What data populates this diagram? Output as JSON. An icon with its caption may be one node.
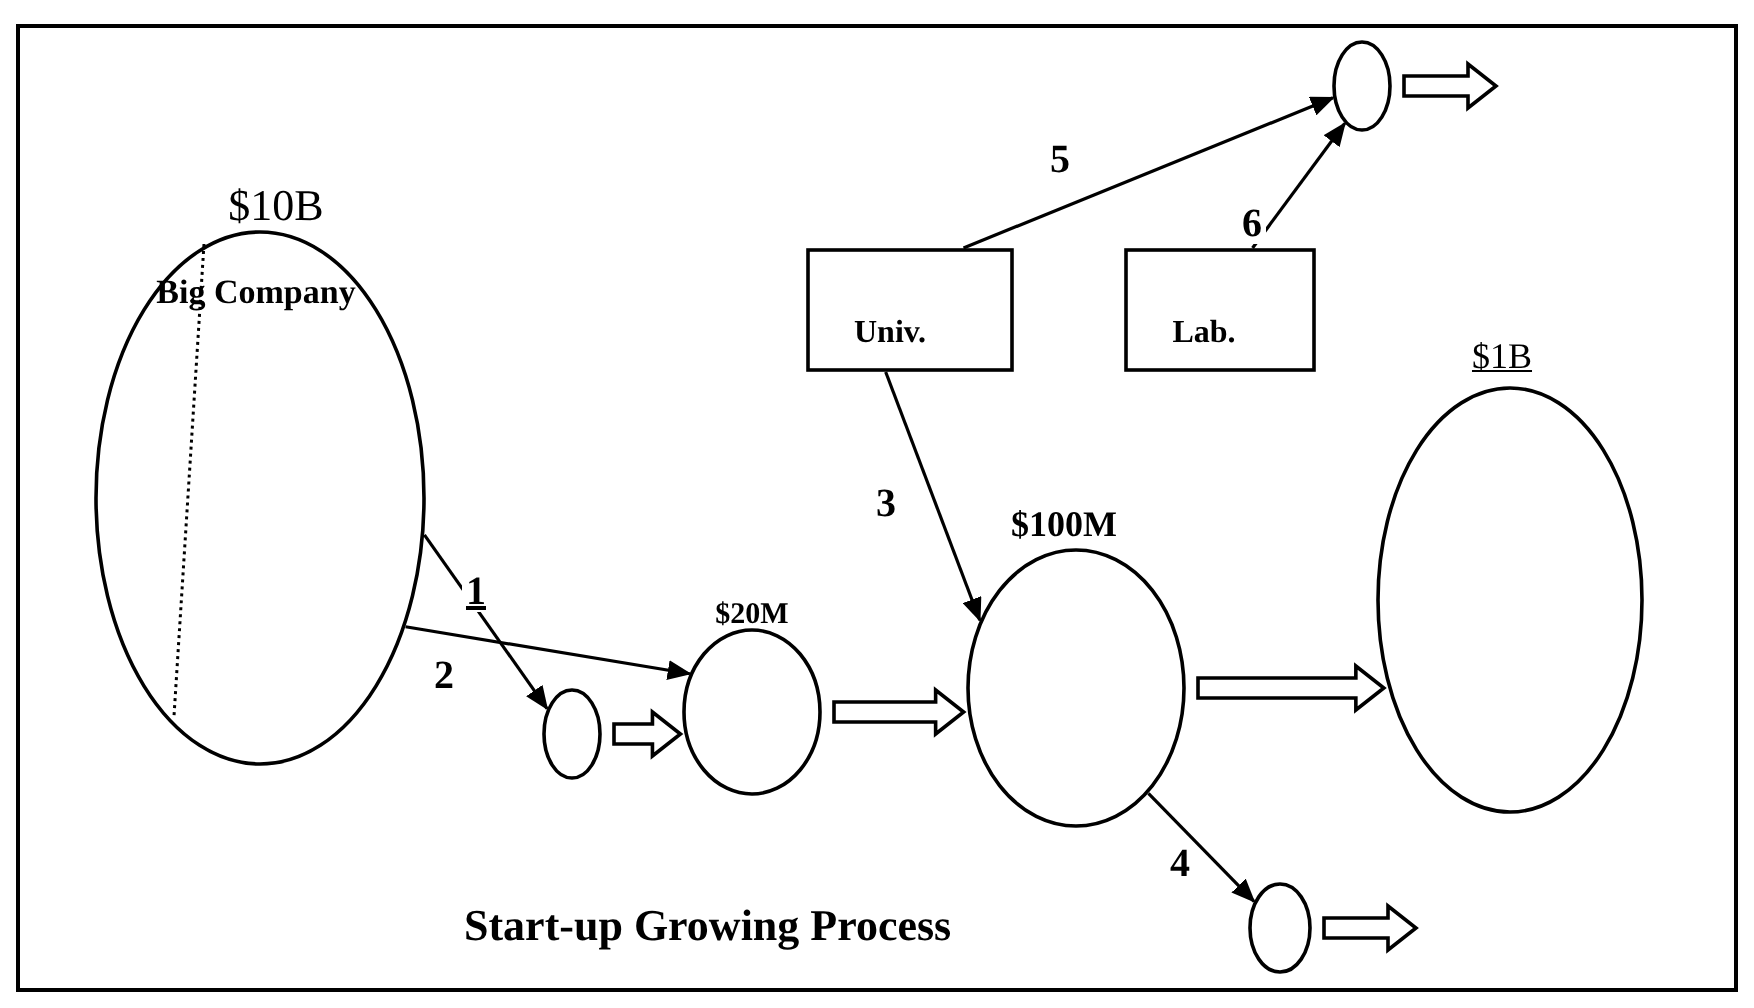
{
  "diagram": {
    "title": "Start-up Growing Process",
    "nodes": [
      {
        "text": [
          "$10B",
          "Big Company"
        ]
      },
      {
        "text": [],
        "shape": "circle"
      },
      {
        "text": [
          "$20M"
        ]
      },
      {
        "text": [
          "Univ."
        ]
      },
      {
        "text": [
          "Lab."
        ]
      },
      {
        "text": [
          "$100M"
        ]
      },
      {
        "text": [
          "$1B"
        ]
      },
      {
        "text": [],
        "shape": "circle"
      },
      {
        "text": [],
        "shape": "circle"
      }
    ],
    "edges": [
      {
        "from": 0,
        "to": 1,
        "label": "1",
        "arrow": "to"
      },
      {
        "from": 0,
        "to": 2,
        "label": "2",
        "arrow": "to"
      },
      {
        "from": 1,
        "to": 2,
        "arrow": "to",
        "style": "thick"
      },
      {
        "from": 2,
        "to": 5,
        "arrow": "to",
        "style": "thick"
      },
      {
        "from": 5,
        "to": 6,
        "arrow": "to",
        "style": "thick"
      },
      {
        "from": 3,
        "to": 5,
        "label": "3",
        "arrow": "to"
      },
      {
        "from": 5,
        "to": 8,
        "label": "4",
        "arrow": "to"
      },
      {
        "from": 3,
        "to": 7,
        "label": "5",
        "arrow": "to"
      },
      {
        "from": 4,
        "to": 7,
        "label": "6",
        "arrow": "to"
      },
      {
        "from": 7,
        "to": null,
        "arrow": "to",
        "style": "thick"
      },
      {
        "from": 8,
        "to": null,
        "arrow": "to",
        "style": "thick"
      }
    ]
  }
}
